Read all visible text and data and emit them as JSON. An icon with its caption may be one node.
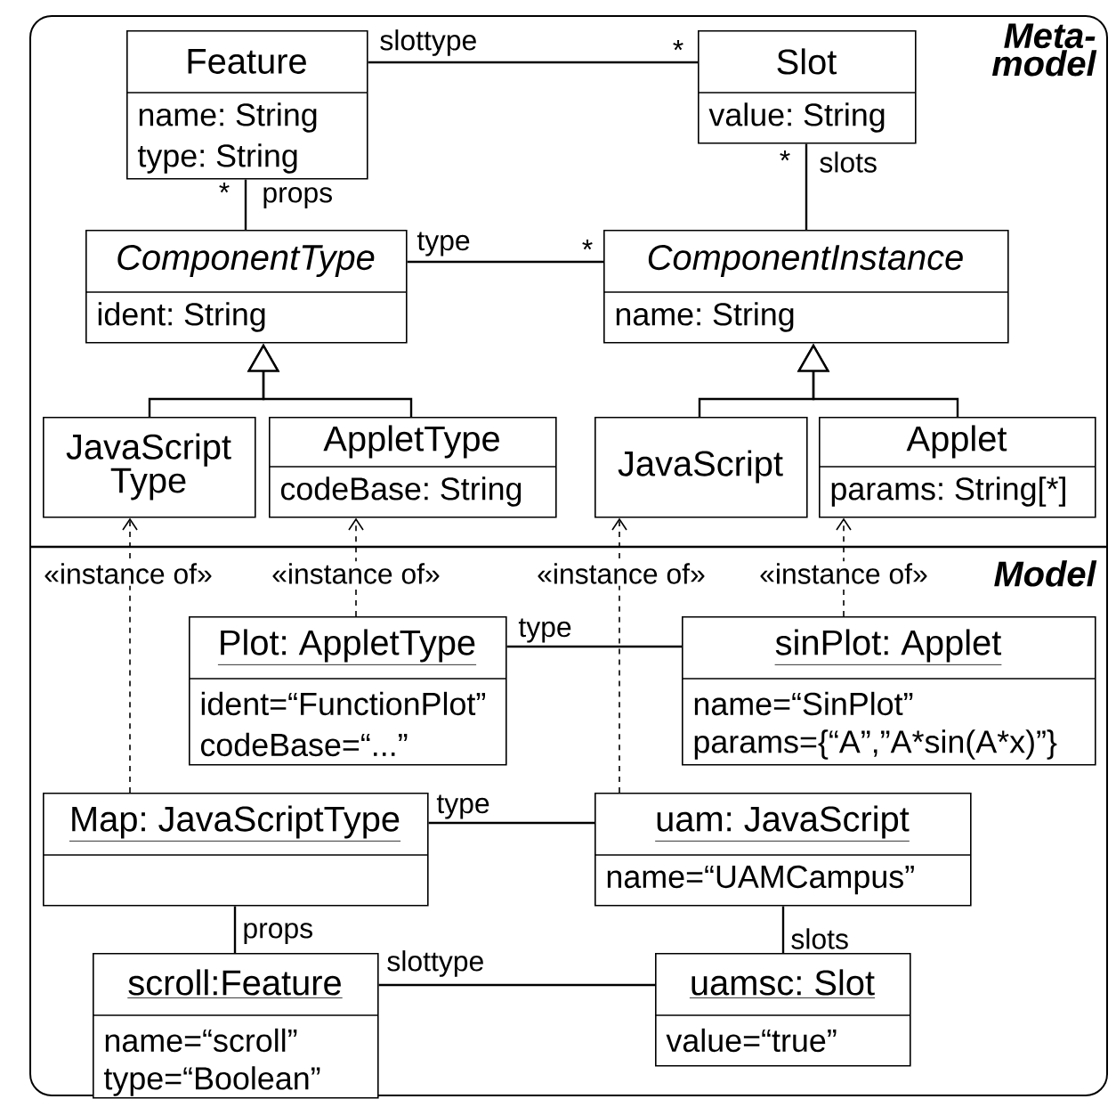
{
  "diagram": {
    "nodes": [
      {
        "text": [
          "Feature",
          "name: String",
          "type: String"
        ]
      },
      {
        "text": [
          "Slot",
          "value: String"
        ]
      },
      {
        "text": [
          "ComponentType",
          "ident: String"
        ]
      },
      {
        "text": [
          "ComponentInstance",
          "name: String"
        ]
      },
      {
        "text": [
          "JavaScript Type"
        ]
      },
      {
        "text": [
          "AppletType",
          "codeBase: String"
        ]
      },
      {
        "text": [
          "JavaScript"
        ]
      },
      {
        "text": [
          "Applet",
          "params: String[*]"
        ]
      },
      {
        "text": [
          "Plot: AppletType",
          "ident=“FunctionPlot”",
          "codeBase=“...”"
        ]
      },
      {
        "text": [
          "sinPlot: Applet",
          "name=“SinPlot”",
          "params={“A”,”A*sin(A*x)”}"
        ]
      },
      {
        "text": [
          "Map: JavaScriptType"
        ]
      },
      {
        "text": [
          "uam: JavaScript",
          "name=“UAMCampus”"
        ]
      },
      {
        "text": [
          "scroll:Feature",
          "name=“scroll”",
          "type=“Boolean”"
        ]
      },
      {
        "text": [
          "uamsc: Slot",
          "value=“true”"
        ]
      }
    ],
    "edges": [
      {
        "from": 0,
        "to": 1,
        "arrow": "none",
        "label": "slottype"
      },
      {
        "from": 2,
        "to": 0,
        "arrow": "none",
        "label": "props"
      },
      {
        "from": 3,
        "to": 1,
        "arrow": "none",
        "label": "slots"
      },
      {
        "from": 2,
        "to": 3,
        "arrow": "none",
        "label": "type"
      },
      {
        "from": 4,
        "to": 2,
        "arrow": "to"
      },
      {
        "from": 5,
        "to": 2,
        "arrow": "to"
      },
      {
        "from": 6,
        "to": 3,
        "arrow": "to"
      },
      {
        "from": 7,
        "to": 3,
        "arrow": "to"
      },
      {
        "from": 10,
        "to": 4,
        "arrow": "to",
        "style": "dashed",
        "label": "«instance of»"
      },
      {
        "from": 8,
        "to": 5,
        "arrow": "to",
        "style": "dashed",
        "label": "«instance of»"
      },
      {
        "from": 11,
        "to": 6,
        "arrow": "to",
        "style": "dashed",
        "label": "«instance of»"
      },
      {
        "from": 9,
        "to": 7,
        "arrow": "to",
        "style": "dashed",
        "label": "«instance of»"
      },
      {
        "from": 8,
        "to": 9,
        "arrow": "none",
        "label": "type"
      },
      {
        "from": 10,
        "to": 11,
        "arrow": "none",
        "label": "type"
      },
      {
        "from": 10,
        "to": 12,
        "arrow": "none",
        "label": "props"
      },
      {
        "from": 11,
        "to": 13,
        "arrow": "none",
        "label": "slots"
      },
      {
        "from": 12,
        "to": 13,
        "arrow": "none",
        "label": "slottype"
      }
    ],
    "labels": [
      "Meta-model",
      "*",
      "*",
      "*",
      "*",
      "Model"
    ]
  }
}
